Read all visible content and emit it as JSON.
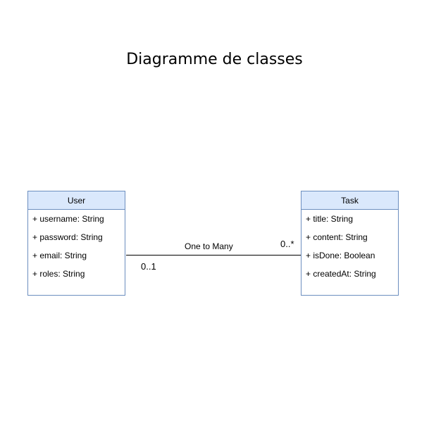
{
  "diagram": {
    "title": "Diagramme de classes",
    "classes": [
      {
        "name": "User",
        "attributes": [
          "+ username: String",
          "+ password: String",
          "+ email: String",
          "+ roles: String"
        ]
      },
      {
        "name": "Task",
        "attributes": [
          "+ title: String",
          "+ content: String",
          "+ isDone: Boolean",
          "+ createdAt: String"
        ]
      }
    ],
    "association": {
      "label": "One to Many",
      "source_multiplicity": "0..1",
      "target_multiplicity": "0..*"
    },
    "colors": {
      "header_fill": "#dae8fc",
      "border": "#6c8ebf"
    }
  }
}
